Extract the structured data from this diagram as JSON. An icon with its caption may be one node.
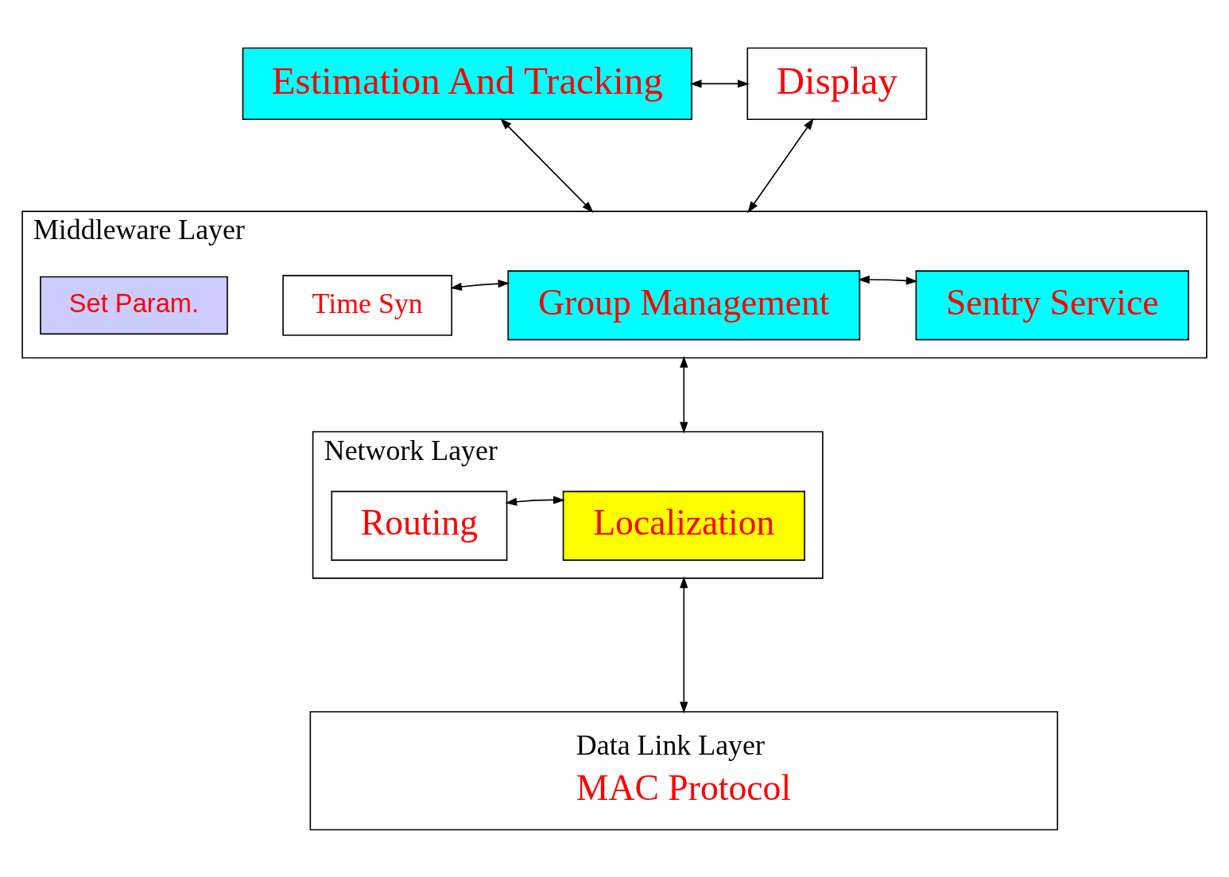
{
  "diagram": {
    "nodes": [
      {
        "text": [
          "Estimation And Tracking"
        ]
      },
      {
        "text": [
          "Display"
        ]
      },
      {
        "text": [
          "Middleware Layer"
        ]
      },
      {
        "text": [
          "Set Param."
        ],
        "in": 2
      },
      {
        "text": [
          "Time Syn"
        ],
        "in": 2
      },
      {
        "text": [
          "Group Management"
        ],
        "in": 2
      },
      {
        "text": [
          "Sentry Service"
        ],
        "in": 2
      },
      {
        "text": [
          "Network Layer"
        ]
      },
      {
        "text": [
          "Routing"
        ],
        "in": 7
      },
      {
        "text": [
          "Localization"
        ],
        "in": 7
      },
      {
        "text": [
          "Data Link Layer",
          "MAC Protocol"
        ]
      }
    ],
    "edges": [
      {
        "from": 0,
        "to": 1,
        "arrow": "both"
      },
      {
        "from": 0,
        "to": 2,
        "arrow": "both"
      },
      {
        "from": 1,
        "to": 2,
        "arrow": "both"
      },
      {
        "from": 4,
        "to": 5,
        "arrow": "both"
      },
      {
        "from": 5,
        "to": 6,
        "arrow": "both"
      },
      {
        "from": 2,
        "to": 7,
        "arrow": "both"
      },
      {
        "from": 8,
        "to": 9,
        "arrow": "both"
      },
      {
        "from": 7,
        "to": 10,
        "arrow": "both"
      }
    ]
  }
}
